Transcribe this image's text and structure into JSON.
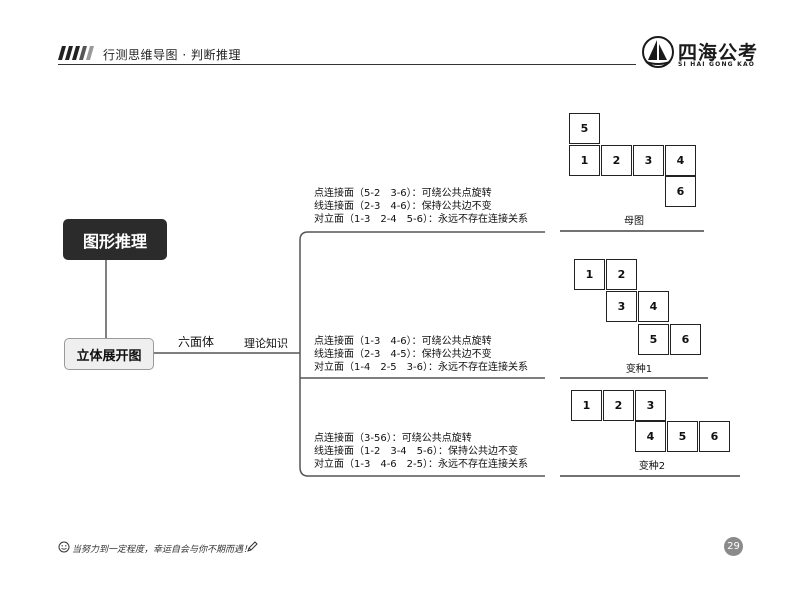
{
  "header": {
    "title": "行测思维导图 · 判断推理",
    "logo_text": "四海公考",
    "logo_subtext": "SI HAI GONG KAO"
  },
  "mindmap": {
    "root": "图形推理",
    "sub": "立体展开图",
    "branch1": "六面体",
    "branch2": "理论知识"
  },
  "groups": [
    {
      "caption": "母图",
      "rules": [
        "点连接面（5-2　3-6）：可绕公共点旋转",
        "线连接面（2-3　4-6）：保持公共边不变",
        "对立面（1-3　2-4　5-6）：永远不存在连接关系"
      ],
      "cells": [
        "5",
        "1",
        "2",
        "3",
        "4",
        "6"
      ]
    },
    {
      "caption": "变种1",
      "rules": [
        "点连接面（1-3　4-6）：可绕公共点旋转",
        "线连接面（2-3　4-5）：保持公共边不变",
        "对立面（1-4　2-5　3-6）：永远不存在连接关系"
      ],
      "cells": [
        "1",
        "2",
        "3",
        "4",
        "5",
        "6"
      ]
    },
    {
      "caption": "变种2",
      "rules": [
        "点连接面（3-56）：可绕公共点旋转",
        "线连接面（1-2　3-4　5-6）：保持公共边不变",
        "对立面（1-3　4-6　2-5）：永远不存在连接关系"
      ],
      "cells": [
        "1",
        "2",
        "3",
        "4",
        "5",
        "6"
      ]
    }
  ],
  "footer": {
    "motto": "当努力到一定程度，幸运自会与你不期而遇！",
    "page_number": "29"
  }
}
